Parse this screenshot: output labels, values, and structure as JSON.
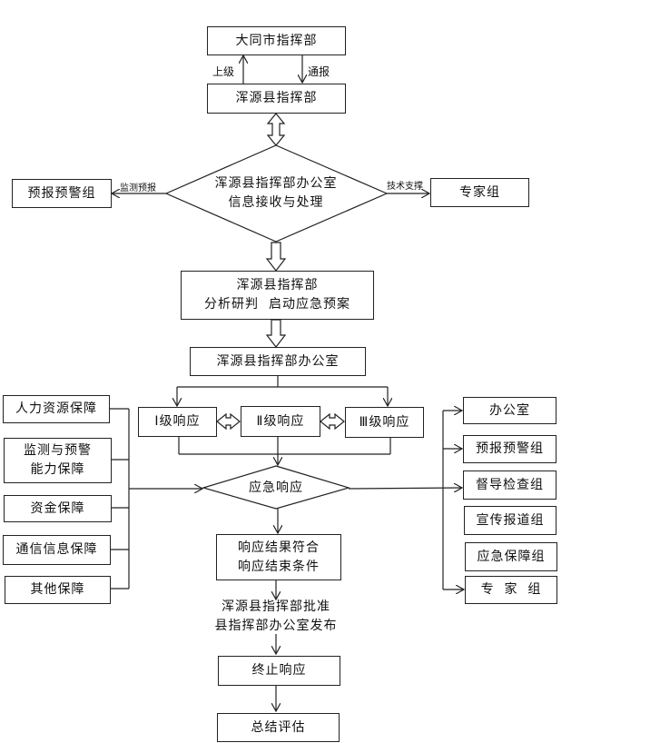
{
  "top": {
    "city_hq": "大同市指挥部",
    "county_hq": "浑源县指挥部",
    "up_label": "上级",
    "notify_label": "通报"
  },
  "info_diamond": {
    "line1": "浑源县指挥部办公室",
    "line2": "信息接收与处理"
  },
  "left_group": {
    "label": "预报预警组",
    "arrow_label": "监测预报"
  },
  "right_group": {
    "label": "专家组",
    "arrow_label": "技术支撑"
  },
  "analysis": {
    "line1": "浑源县指挥部",
    "line2": "分析研判  启动应急预案"
  },
  "office": "浑源县指挥部办公室",
  "levels": [
    "Ⅰ级响应",
    "Ⅱ级响应",
    "Ⅲ级响应"
  ],
  "response": "应急响应",
  "support": [
    "人力资源保障",
    "监测与预警",
    "能力保障",
    "资金保障",
    "通信信息保障",
    "其他保障"
  ],
  "groups": [
    "办公室",
    "预报预警组",
    "督导检查组",
    "宣传报道组",
    "应急保障组",
    "专  家  组"
  ],
  "result": {
    "line1": "响应结果符合",
    "line2": "响应结束条件"
  },
  "approval": {
    "line1": "浑源县指挥部批准",
    "line2": "县指挥部办公室发布"
  },
  "terminate": "终止响应",
  "summary": "总结评估"
}
